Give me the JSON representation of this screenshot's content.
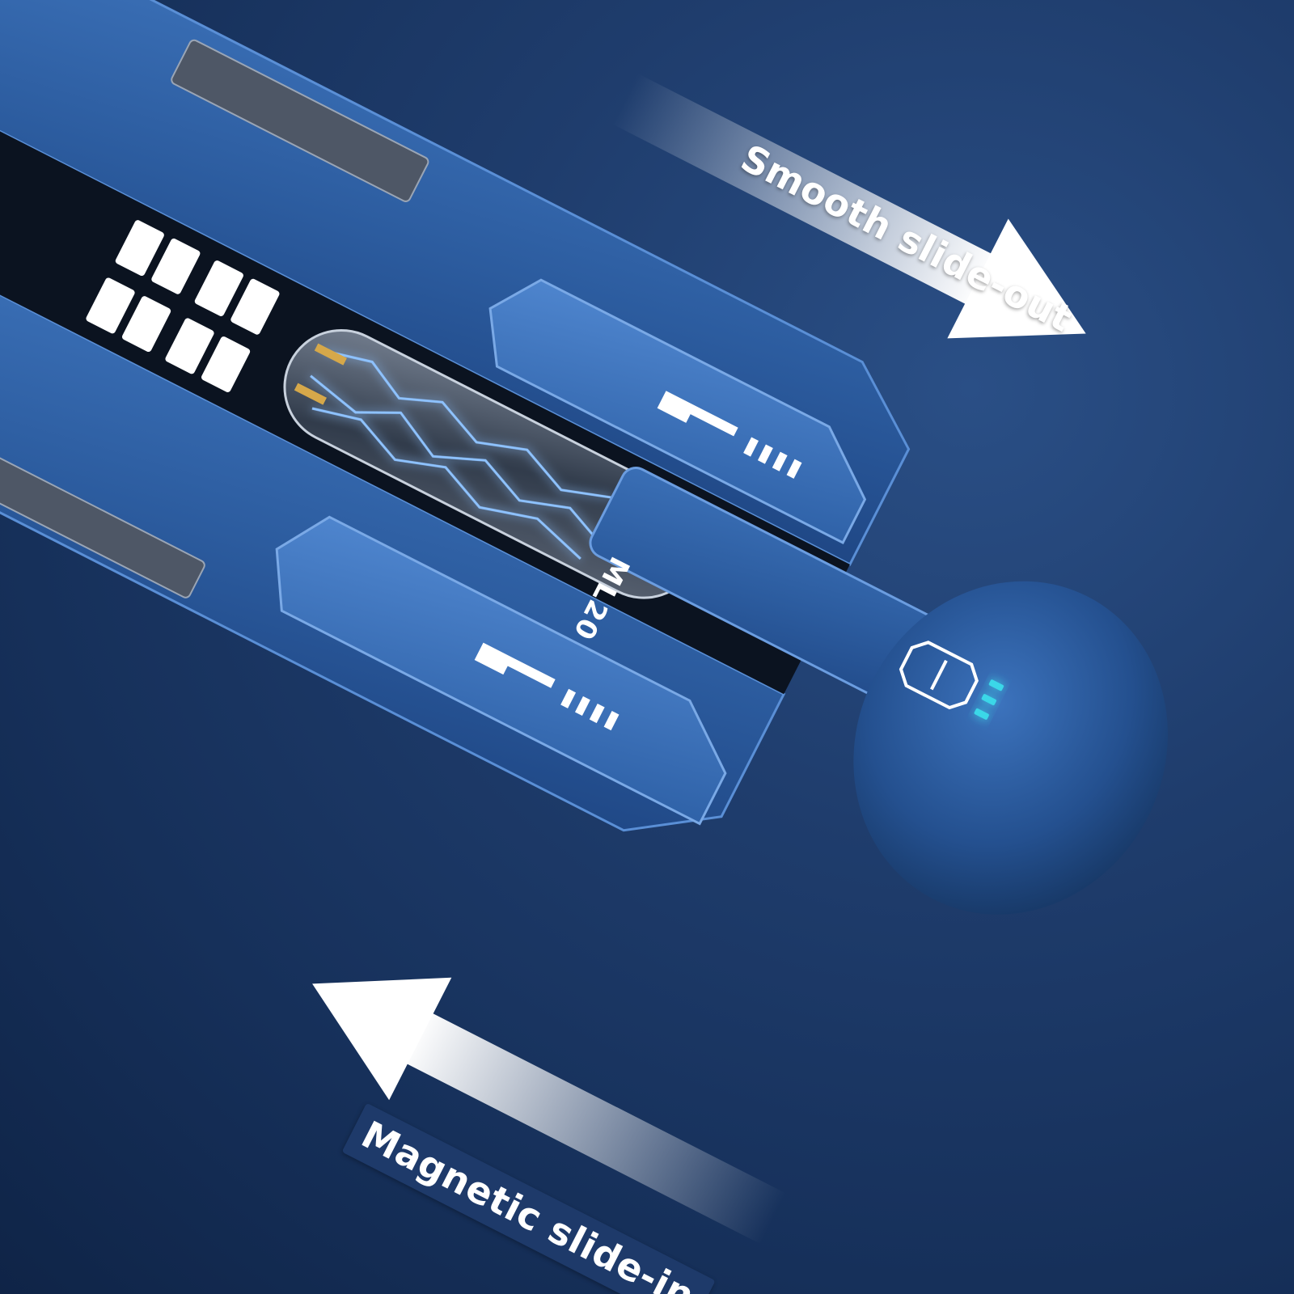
{
  "labels": {
    "slide_out": "Smooth slide-out",
    "slide_in": "Magnetic slide-in",
    "earbud_logo": "ML20"
  },
  "colors": {
    "background": "#1b3560",
    "body_blue": "#2f62a8",
    "highlight_blue": "#4f86cf",
    "led_cyan": "#3ad7e8",
    "lightning": "#7fb8ff",
    "arrow": "#ffffff"
  },
  "icons": {
    "slide_out_arrow": "arrow-down-right-icon",
    "slide_in_arrow": "arrow-up-left-icon",
    "battery_indicator": "battery-bars-icon",
    "led_indicator": "led-dots-icon"
  }
}
